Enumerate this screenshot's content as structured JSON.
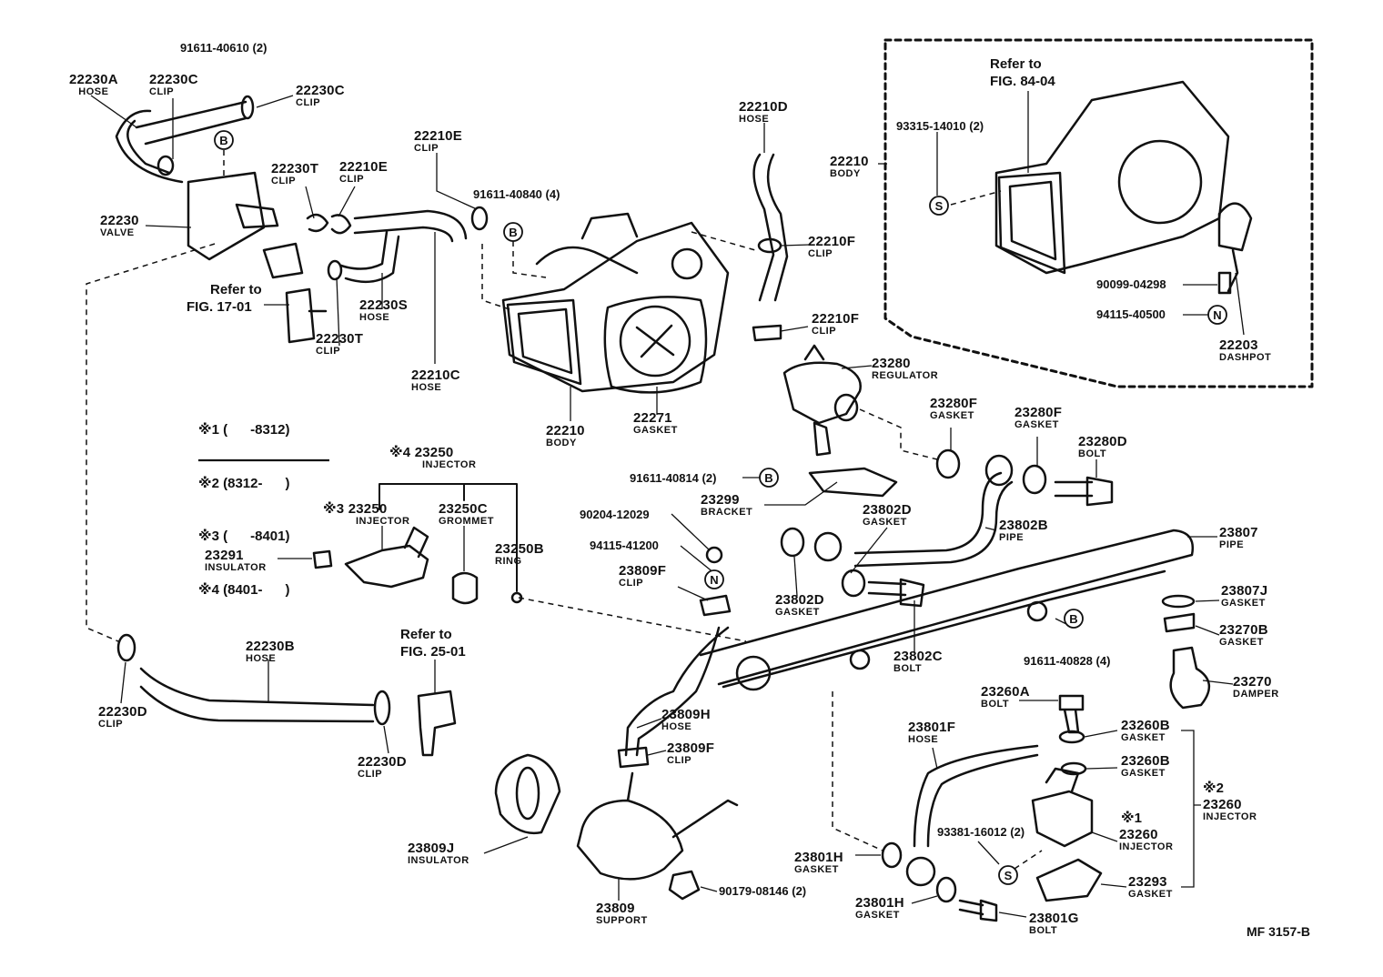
{
  "labels": {
    "l22230A": {
      "num": "22230A",
      "desc": "HOSE"
    },
    "l22230C_a": {
      "num": "22230C",
      "desc": "CLIP"
    },
    "l22230C_b": {
      "num": "22230C",
      "desc": "CLIP"
    },
    "l22230": {
      "num": "22230",
      "desc": "VALVE"
    },
    "l22230T_a": {
      "num": "22230T",
      "desc": "CLIP"
    },
    "l22210E_a": {
      "num": "22210E",
      "desc": "CLIP"
    },
    "l22210E_b": {
      "num": "22210E",
      "desc": "CLIP"
    },
    "l22230S": {
      "num": "22230S",
      "desc": "HOSE"
    },
    "l22230T_b": {
      "num": "22230T",
      "desc": "CLIP"
    },
    "l22210C": {
      "num": "22210C",
      "desc": "HOSE"
    },
    "l22210D": {
      "num": "22210D",
      "desc": "HOSE"
    },
    "l22210F_a": {
      "num": "22210F",
      "desc": "CLIP"
    },
    "l22210F_b": {
      "num": "22210F",
      "desc": "CLIP"
    },
    "l22210_a": {
      "num": "22210",
      "desc": "BODY"
    },
    "l22271": {
      "num": "22271",
      "desc": "GASKET"
    },
    "l22210_b": {
      "num": "22210",
      "desc": "BODY"
    },
    "l22203": {
      "num": "22203",
      "desc": "DASHPOT"
    },
    "l23280": {
      "num": "23280",
      "desc": "REGULATOR"
    },
    "l23280F_a": {
      "num": "23280F",
      "desc": "GASKET"
    },
    "l23280F_b": {
      "num": "23280F",
      "desc": "GASKET"
    },
    "l23280D": {
      "num": "23280D",
      "desc": "BOLT"
    },
    "l23299": {
      "num": "23299",
      "desc": "BRACKET"
    },
    "l23802D_a": {
      "num": "23802D",
      "desc": "GASKET"
    },
    "l23802B": {
      "num": "23802B",
      "desc": "PIPE"
    },
    "l23807": {
      "num": "23807",
      "desc": "PIPE"
    },
    "l23250_top": {
      "num": "※4  23250",
      "desc": "INJECTOR"
    },
    "l23250_3": {
      "num": "※3  23250",
      "desc": "INJECTOR"
    },
    "l23250C": {
      "num": "23250C",
      "desc": "GROMMET"
    },
    "l23250B": {
      "num": "23250B",
      "desc": "RING"
    },
    "l23291": {
      "num": "23291",
      "desc": "INSULATOR"
    },
    "l23809F_a": {
      "num": "23809F",
      "desc": "CLIP"
    },
    "l23802D_b": {
      "num": "23802D",
      "desc": "GASKET"
    },
    "l23802C": {
      "num": "23802C",
      "desc": "BOLT"
    },
    "l23807J": {
      "num": "23807J",
      "desc": "GASKET"
    },
    "l23270B": {
      "num": "23270B",
      "desc": "GASKET"
    },
    "l23270": {
      "num": "23270",
      "desc": "DAMPER"
    },
    "l22230B": {
      "num": "22230B",
      "desc": "HOSE"
    },
    "l22230D_a": {
      "num": "22230D",
      "desc": "CLIP"
    },
    "l22230D_b": {
      "num": "22230D",
      "desc": "CLIP"
    },
    "l23809H": {
      "num": "23809H",
      "desc": "HOSE"
    },
    "l23809F_b": {
      "num": "23809F",
      "desc": "CLIP"
    },
    "l23809J": {
      "num": "23809J",
      "desc": "INSULATOR"
    },
    "l23809": {
      "num": "23809",
      "desc": "SUPPORT"
    },
    "l23260A": {
      "num": "23260A",
      "desc": "BOLT"
    },
    "l23801F": {
      "num": "23801F",
      "desc": "HOSE"
    },
    "l23260B_a": {
      "num": "23260B",
      "desc": "GASKET"
    },
    "l23260B_b": {
      "num": "23260B",
      "desc": "GASKET"
    },
    "l23260_2": {
      "num": "23260",
      "desc": "INJECTOR"
    },
    "l23260_1": {
      "num": "23260",
      "desc": "INJECTOR"
    },
    "l23293": {
      "num": "23293",
      "desc": "GASKET"
    },
    "l23801H_a": {
      "num": "23801H",
      "desc": "GASKET"
    },
    "l23801H_b": {
      "num": "23801H",
      "desc": "GASKET"
    },
    "l23801G": {
      "num": "23801G",
      "desc": "BOLT"
    }
  },
  "part_numbers": {
    "p91611_40610": "91611-40610 (2)",
    "p91611_40840": "91611-40840 (4)",
    "p93315_14010": "93315-14010 (2)",
    "p90099_04298": "90099-04298",
    "p94115_40500": "94115-40500",
    "p91611_40814": "91611-40814 (2)",
    "p90204_12029": "90204-12029",
    "p94115_41200": "94115-41200",
    "p91611_40828": "91611-40828 (4)",
    "p93381_16012": "93381-16012 (2)",
    "p90179_08146": "90179-08146 (2)"
  },
  "refs": {
    "fig1701": {
      "line1": "Refer to",
      "line2": "FIG. 17-01"
    },
    "fig8404": {
      "line1": "Refer to",
      "line2": "FIG. 84-04"
    },
    "fig2501": {
      "line1": "Refer to",
      "line2": "FIG. 25-01"
    }
  },
  "markers": {
    "b": "B",
    "s": "S",
    "n": "N"
  },
  "marks": {
    "m1": "※1",
    "m2": "※2",
    "m3": "※3"
  },
  "codes": [
    {
      "mark": "※1",
      "range": "(      -8312)"
    },
    {
      "mark": "※2",
      "range": "(8312-      )"
    },
    {
      "mark": "※3",
      "range": "(      -8401)"
    },
    {
      "mark": "※4",
      "range": "(8401-      )"
    }
  ],
  "footer": "MF  3157-B"
}
